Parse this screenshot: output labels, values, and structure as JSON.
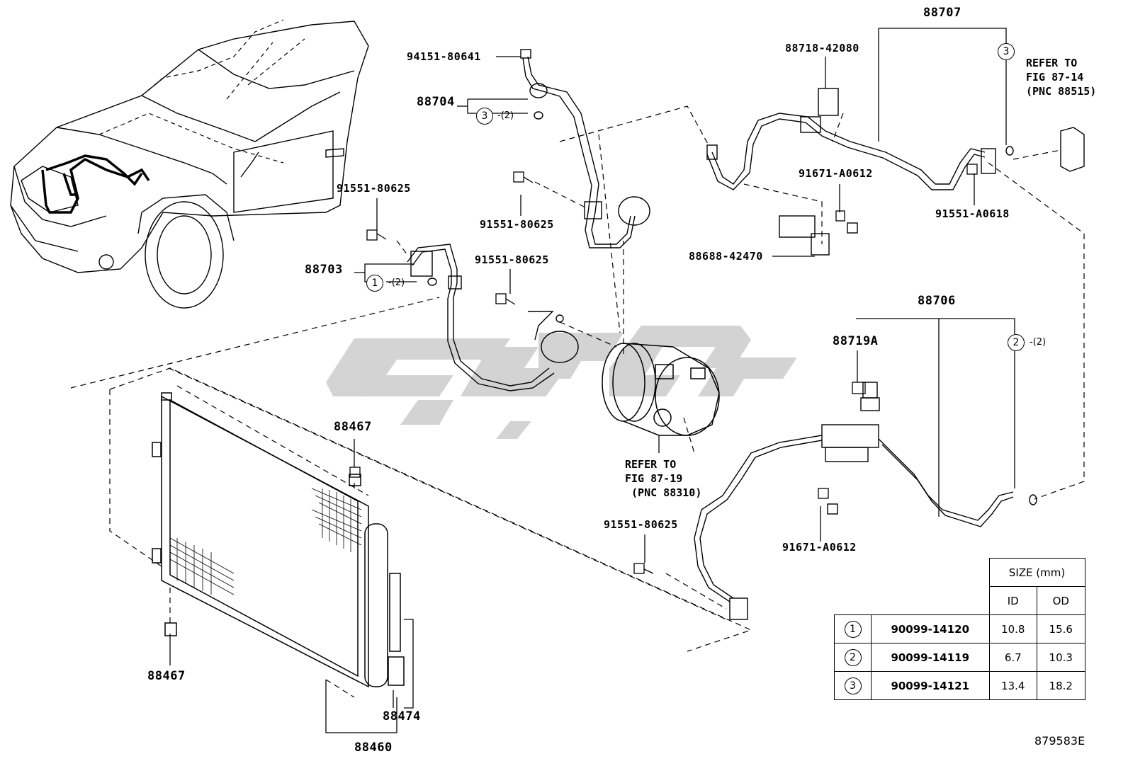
{
  "labels": {
    "p94151": "94151-80641",
    "p88704": "88704",
    "p88707": "88707",
    "p88718": "88718-42080",
    "p91551_a": "91551-80625",
    "p91551_b": "91551-80625",
    "p91551_c": "91551-80625",
    "p91551_d": "91551-80625",
    "p88703": "88703",
    "p91671_a": "91671-A0612",
    "p91671_b": "91671-A0612",
    "p91551_a0618": "91551-A0618",
    "p88688": "88688-42470",
    "p88706": "88706",
    "p88719a": "88719A",
    "p88467_a": "88467",
    "p88467_b": "88467",
    "p88474": "88474",
    "p88460": "88460"
  },
  "callouts": {
    "c88704": {
      "num": "3",
      "qty": "-(2)"
    },
    "c88703": {
      "num": "1",
      "qty": "-(2)"
    },
    "c88707": {
      "num": "3",
      "qty": ""
    },
    "c88706": {
      "num": "2",
      "qty": "-(2)"
    }
  },
  "refer_notes": {
    "top": [
      "REFER TO",
      "FIG 87-14",
      "(PNC 88515)"
    ],
    "compressor": [
      "REFER TO",
      "FIG 87-19",
      " (PNC 88310)"
    ]
  },
  "size_table": {
    "header": "SIZE (mm)",
    "col_id": "ID",
    "col_od": "OD",
    "rows": [
      {
        "num": "1",
        "part": "90099-14120",
        "id": "10.8",
        "od": "15.6"
      },
      {
        "num": "2",
        "part": "90099-14119",
        "id": "6.7",
        "od": "10.3"
      },
      {
        "num": "3",
        "part": "90099-14121",
        "id": "13.4",
        "od": "18.2"
      }
    ]
  },
  "figure_id": "879583E",
  "watermark_color": "#cfcfcf"
}
